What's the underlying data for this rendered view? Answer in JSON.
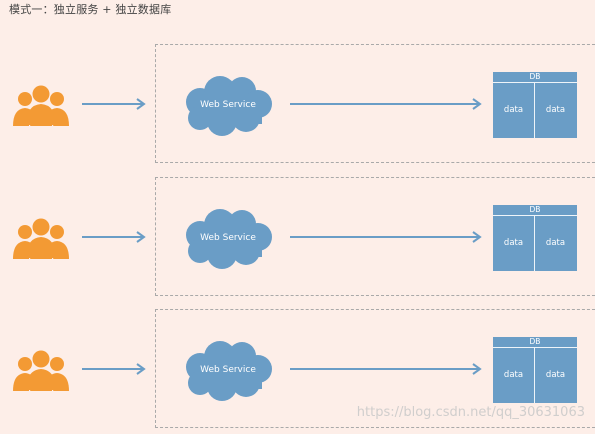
{
  "title": "模式一：独立服务 + 独立数据库",
  "rows": [
    {
      "service_label": "Web Service",
      "db_title": "DB",
      "db_cells": [
        "data",
        "data"
      ]
    },
    {
      "service_label": "Web Service",
      "db_title": "DB",
      "db_cells": [
        "data",
        "data"
      ]
    },
    {
      "service_label": "Web Service",
      "db_title": "DB",
      "db_cells": [
        "data",
        "data"
      ]
    }
  ],
  "watermark": "https://blog.csdn.net/qq_30631063",
  "colors": {
    "background": "#fdeee8",
    "users": "#f39a34",
    "arrow": "#6a9dc6",
    "cloud": "#6a9dc6",
    "db": "#6a9dc6"
  }
}
